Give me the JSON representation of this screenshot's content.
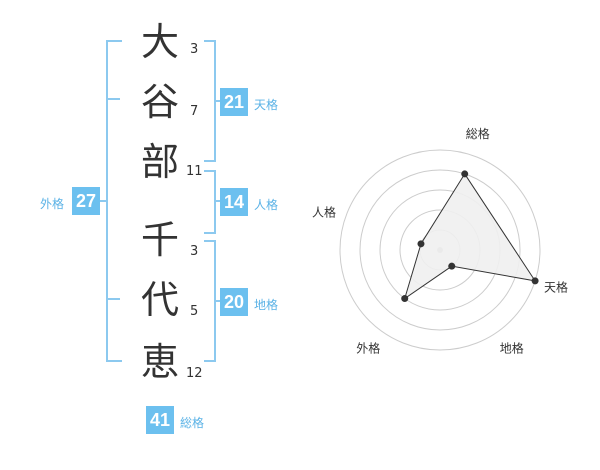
{
  "name_chars": [
    {
      "char": "大",
      "strokes": "3"
    },
    {
      "char": "谷",
      "strokes": "7"
    },
    {
      "char": "部",
      "strokes": "11"
    },
    {
      "char": "千",
      "strokes": "3"
    },
    {
      "char": "代",
      "strokes": "5"
    },
    {
      "char": "恵",
      "strokes": "12"
    }
  ],
  "fortune": {
    "tenkaku": {
      "value": "21",
      "label": "天格"
    },
    "jinkaku": {
      "value": "14",
      "label": "人格"
    },
    "chikaku": {
      "value": "20",
      "label": "地格"
    },
    "gaikaku": {
      "value": "27",
      "label": "外格"
    },
    "soukaku": {
      "value": "41",
      "label": "総格"
    }
  },
  "chart_data": {
    "type": "radar",
    "axes": [
      "総格",
      "天格",
      "地格",
      "外格",
      "人格"
    ],
    "values": [
      4,
      5,
      1,
      3,
      1
    ],
    "max": 5,
    "rings": 5,
    "colors": {
      "fill": "#efefef",
      "stroke": "#333333",
      "grid": "#cccccc",
      "center": "#bbbbbb"
    }
  }
}
